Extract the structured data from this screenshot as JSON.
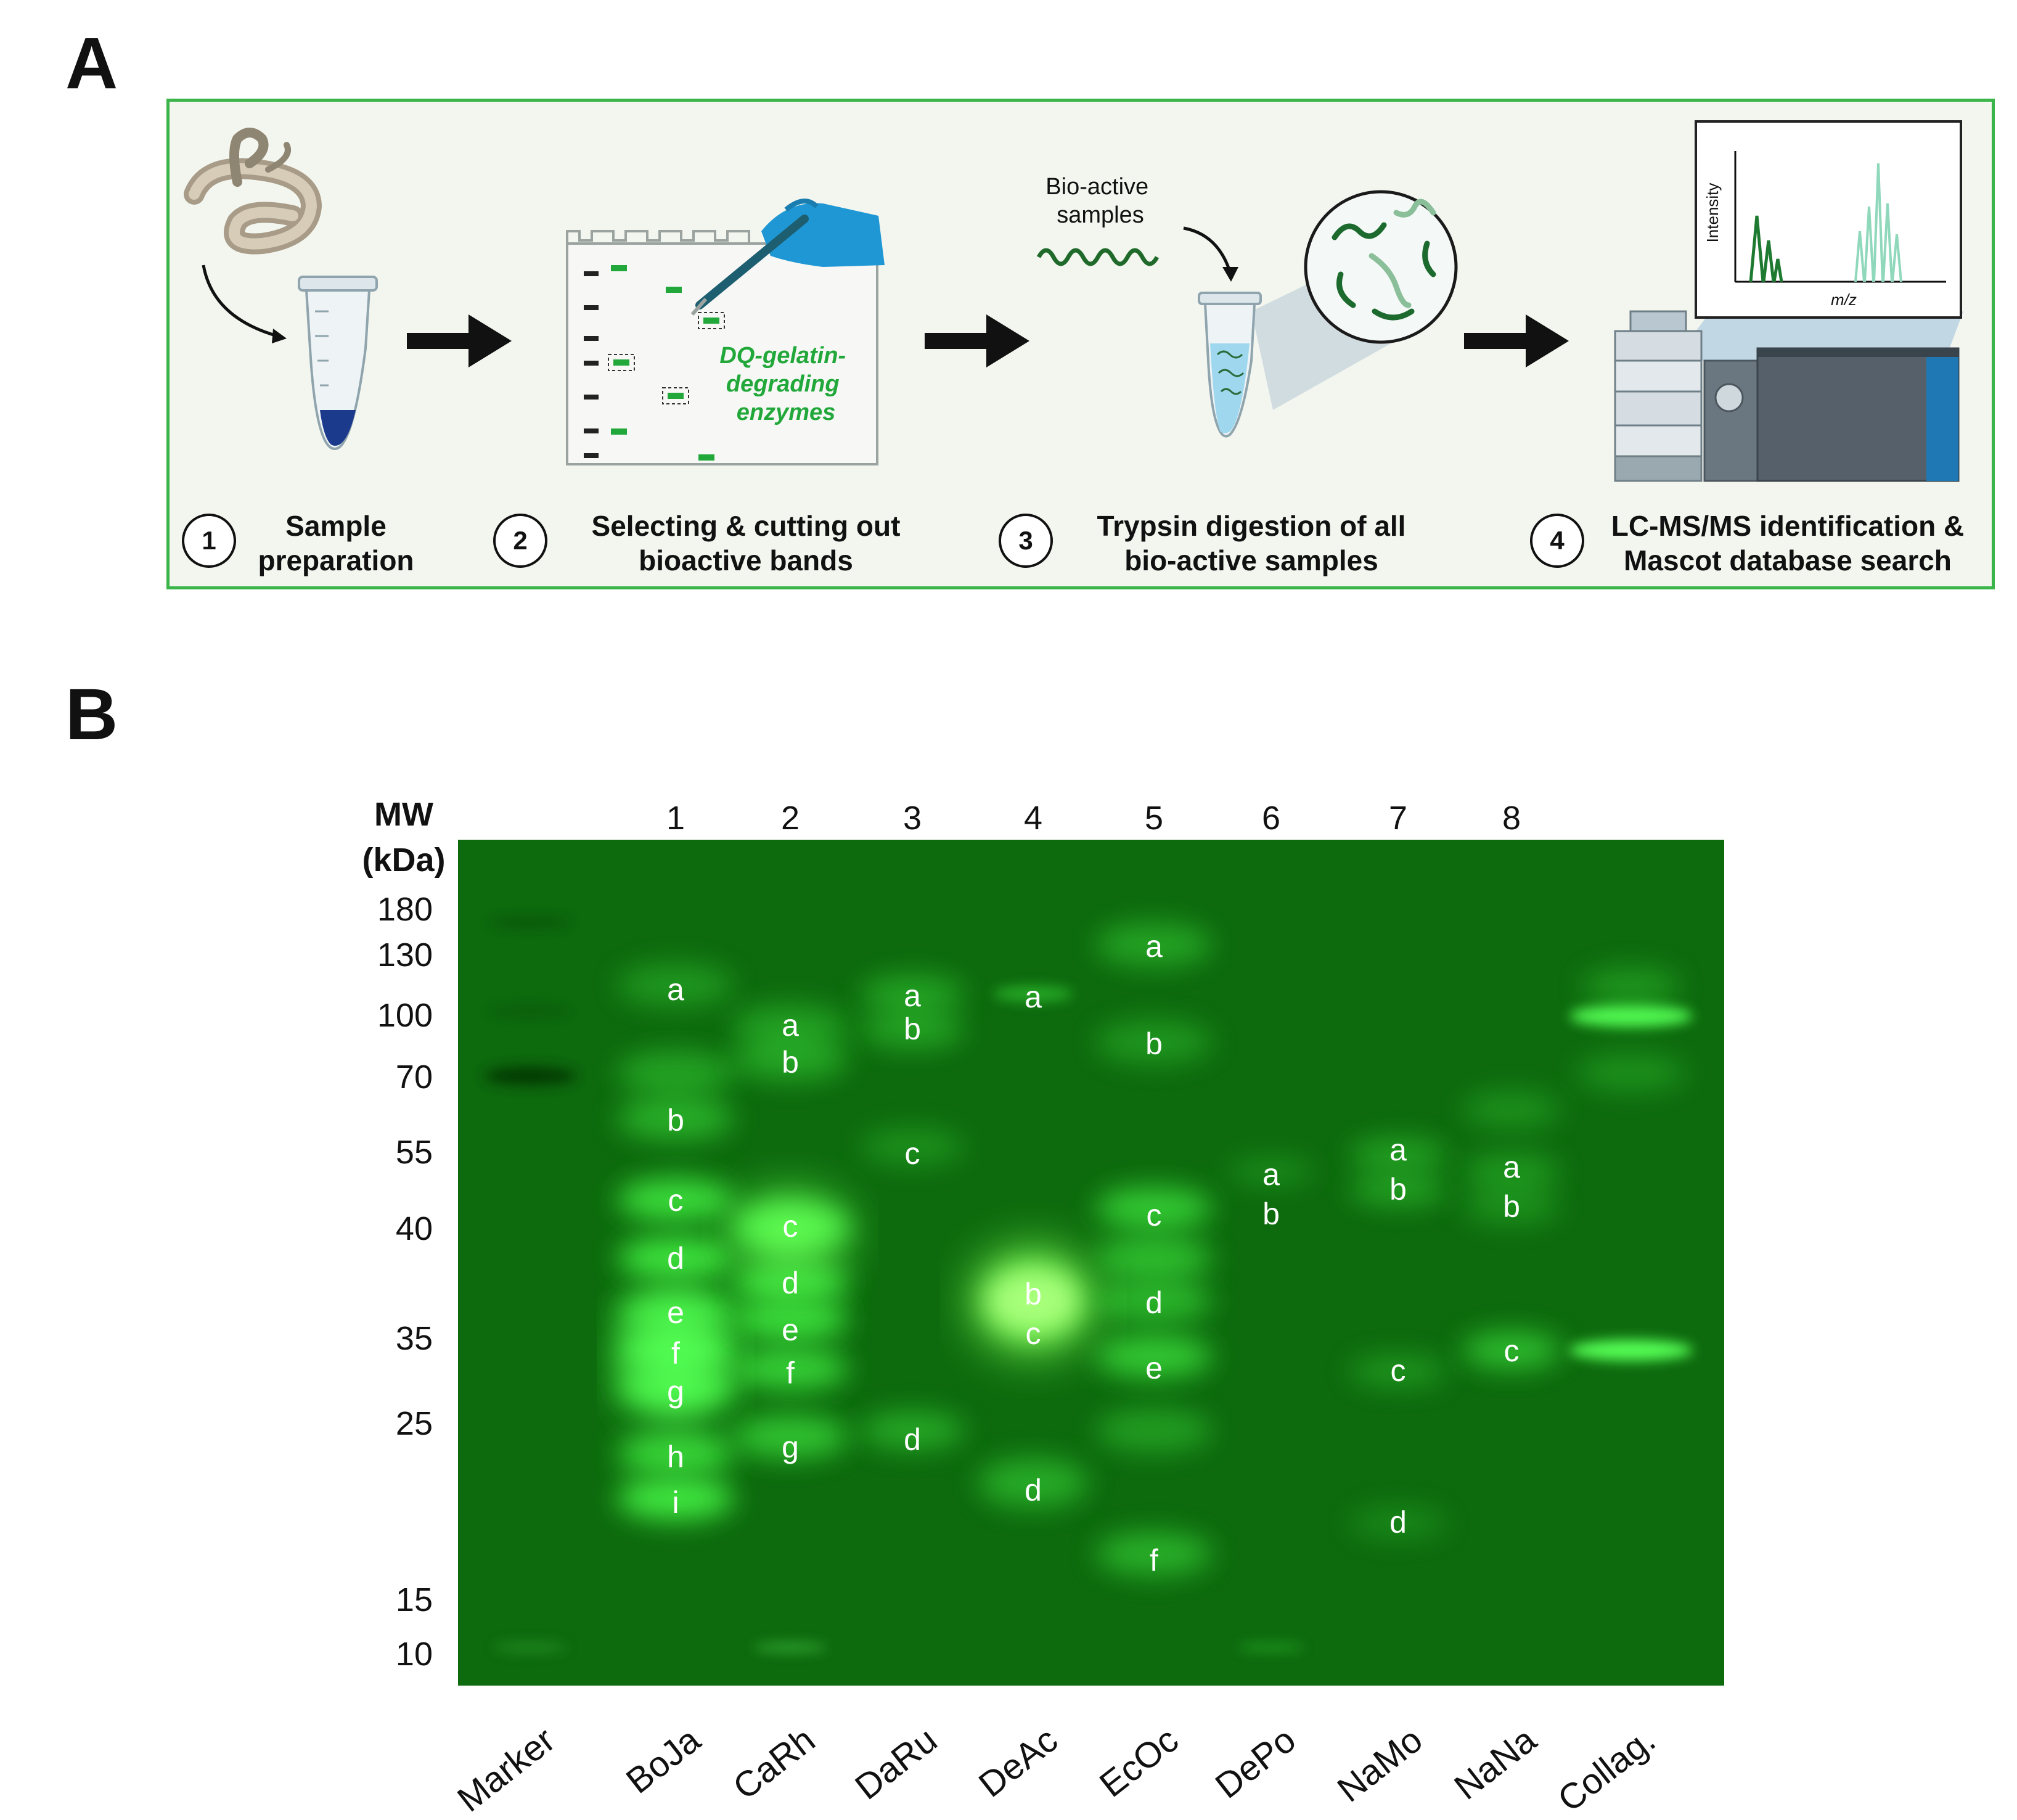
{
  "panel_a": {
    "letter": "A",
    "steps": [
      {
        "number": "1",
        "label": "Sample\npreparation"
      },
      {
        "number": "2",
        "label": "Selecting & cutting out\nbioactive bands"
      },
      {
        "number": "3",
        "label": "Trypsin digestion of all\nbio-active samples"
      },
      {
        "number": "4",
        "label": "LC-MS/MS identification &\nMascot database search"
      }
    ],
    "gel_sketch_text": "DQ-gelatin-\ndegrading\nenzymes",
    "bioactive_text": "Bio-active\nsamples",
    "spectrum_y_label": "Intensity",
    "spectrum_x_label": "m/z",
    "colors": {
      "border": "#3bb54a",
      "band_green": "#22a83a",
      "glove": "#1f97d4"
    }
  },
  "panel_b": {
    "letter": "B",
    "mw_title": "MW\n(kDa)",
    "lane_numbers": [
      "1",
      "2",
      "3",
      "4",
      "5",
      "6",
      "7",
      "8"
    ],
    "sample_names": [
      "Marker",
      "BoJa",
      "CaRh",
      "DaRu",
      "DeAc",
      "EcOc",
      "DePo",
      "NaMo",
      "NaNa",
      "Collag."
    ],
    "mw_markers": [
      "180",
      "130",
      "100",
      "70",
      "55",
      "40",
      "35",
      "25",
      "15",
      "10"
    ],
    "band_letters": [
      [
        "a",
        "b",
        "c",
        "d",
        "e",
        "f",
        "g",
        "h",
        "i"
      ],
      [
        "a",
        "b",
        "c",
        "d",
        "e",
        "f",
        "g"
      ],
      [
        "a",
        "b",
        "c",
        "d"
      ],
      [
        "a",
        "b",
        "c",
        "d"
      ],
      [
        "a",
        "b",
        "c",
        "d",
        "e",
        "f"
      ],
      [
        "a",
        "b"
      ],
      [
        "a",
        "b",
        "c",
        "d"
      ],
      [
        "a",
        "b",
        "c"
      ]
    ],
    "gel_color": "#0d6a0d"
  }
}
